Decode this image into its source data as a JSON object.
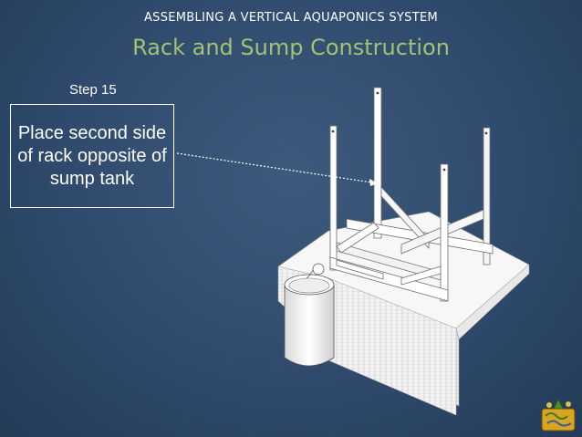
{
  "slide": {
    "super_title": "ASSEMBLING A VERTICAL AQUAPONICS SYSTEM",
    "title": "Rack and Sump Construction",
    "step_label": "Step 15",
    "instruction": "Place second side of rack opposite of sump tank"
  },
  "colors": {
    "background": "#2f4a6c",
    "title_green": "#a3c272",
    "text_white": "#ffffff"
  },
  "icons": {
    "logo": "aquaponics-logo-icon"
  }
}
